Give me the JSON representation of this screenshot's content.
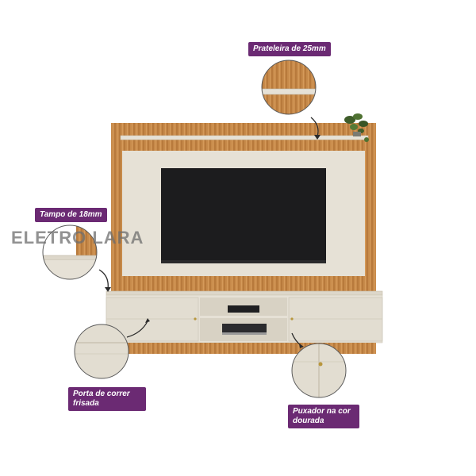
{
  "labels": {
    "prateleira": "Prateleira de 25mm",
    "tampo": "Tampo de 18mm",
    "porta": "Porta de correr frisada",
    "puxador": "Puxador na cor dourada"
  },
  "watermark": "ELETRO LARA",
  "colors": {
    "label_bg": "#6b2a73",
    "wood": "#c78a4a",
    "cream": "#e6e1d6",
    "tv": "#1c1c1e"
  }
}
